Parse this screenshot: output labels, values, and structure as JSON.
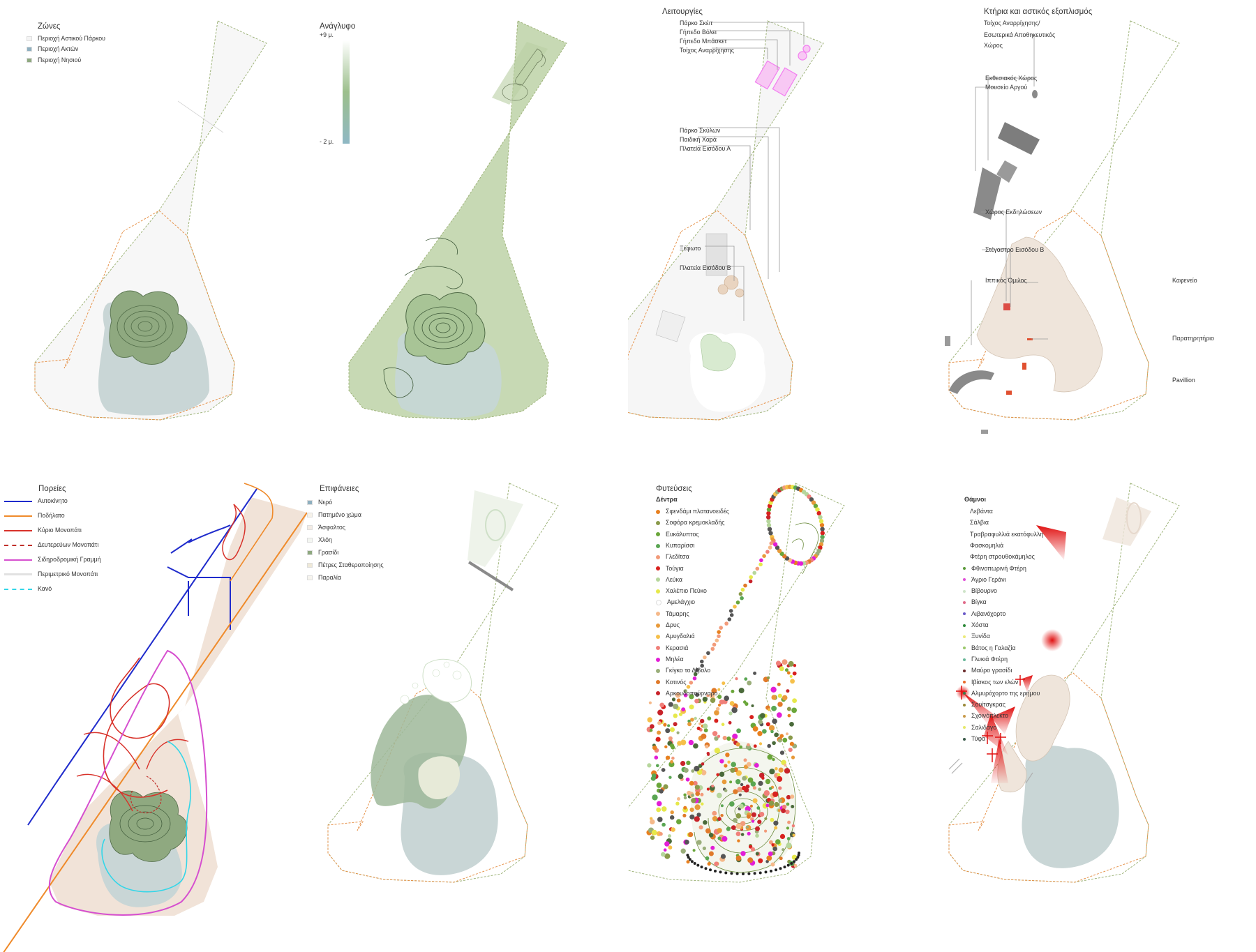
{
  "colors": {
    "orange_boundary": "#e6924a",
    "green_dash": "#9fb47a",
    "island": "#8fa980",
    "water": "#c9d6d6",
    "sand": "#efe5db",
    "pink": "#f27ef0",
    "grey": "#8a8a8a",
    "red": "#d8322a",
    "blue": "#1f2bcc",
    "bike_orange": "#ef8a2a",
    "cyan": "#33d6e8",
    "magenta": "#d64fcf"
  },
  "zones": {
    "title": "Ζώνες",
    "items": [
      {
        "label": "Περιοχή Αστικού Πάρκου",
        "color": "#f4f4f4"
      },
      {
        "label": "Περιοχή Ακτών",
        "color": "#8fb0c0"
      },
      {
        "label": "Περιοχή Νησιού",
        "color": "#8fa980"
      }
    ]
  },
  "relief": {
    "title": "Ανάγλυφο",
    "top": "+9 μ.",
    "bottom": "- 2 μ."
  },
  "functions": {
    "title": "Λειτουργίες",
    "items": [
      "Πάρκο Σκέιτ",
      "Γήπεδο Βόλει",
      "Γήπεδο Μπάσκετ",
      "Τοίχος Αναρρίχησης"
    ],
    "items2": [
      "Πάρκο Σκύλων",
      "Παιδική Χαρά",
      "Πλατεία Εισόδου Α"
    ],
    "item_xefoto": "Ξέφωτο",
    "item_plateia_b": "Πλατεία Εισόδου Β"
  },
  "buildings": {
    "title": "Κτήρια και αστικός εξοπλισμός",
    "line1": "Τοίχος Αναρρίχησης/",
    "line2": "Εσωτερικά Αποθηκευτικός",
    "line3": "Χώρος",
    "exhibit": "Εκθεσιακός Χώρος",
    "museum": "Μουσείο Αργού",
    "events": "Χώρος Εκδηλώσεων",
    "shelter": "Στέγαστρο Εισόδου Β",
    "equestrian": "Ιππικός Όμιλος",
    "cafe": "Καφενείο",
    "observatory": "Παρατηρητήριο",
    "pavilion": "Pavillion"
  },
  "paths": {
    "title": "Πορείες",
    "items": [
      {
        "label": "Αυτοκίνητο",
        "color": "#1f2bcc",
        "style": "solid"
      },
      {
        "label": "Ποδήλατο",
        "color": "#ef8a2a",
        "style": "solid"
      },
      {
        "label": "Κύριο Μονοπάτι",
        "color": "#d8322a",
        "style": "solid"
      },
      {
        "label": "Δευτερεύων Μονοπάτι",
        "color": "#c0302a",
        "style": "dashed"
      },
      {
        "label": "Σιδηροδρομική Γραμμή",
        "color": "#d64fcf",
        "style": "solid"
      },
      {
        "label": "Περιμετρικό Μονοπάτι",
        "color": "#e2e2e2",
        "style": "solid"
      },
      {
        "label": "Κανό",
        "color": "#33d6e8",
        "style": "dashed"
      }
    ]
  },
  "surfaces": {
    "title": "Επιφάνειες",
    "items": [
      {
        "label": "Νερό",
        "color": "#8fb0c0"
      },
      {
        "label": "Πατημένο χώμα",
        "color": "#f6f2ea"
      },
      {
        "label": "Άσφαλτος",
        "color": "#f2ebe4"
      },
      {
        "label": "Χλόη",
        "color": "#f3f6f1"
      },
      {
        "label": "Γρασίδι",
        "color": "#8fa980"
      },
      {
        "label": "Πέτρες Σταθεροποίησης",
        "color": "#efe9d8"
      },
      {
        "label": "Παραλία",
        "color": "#f6f4ee"
      }
    ]
  },
  "plantings": {
    "title": "Φυτεύσεις",
    "trees_title": "Δέντρα",
    "trees": [
      {
        "label": "Σφενδάμι πλατανοειδές",
        "color": "#e8801f"
      },
      {
        "label": "Σοφόρα κρεμοκλαδής",
        "color": "#8a9a4a"
      },
      {
        "label": "Ευκάλυπτος",
        "color": "#6aa63a"
      },
      {
        "label": "Κυπαρίσσι",
        "color": "#5aa653"
      },
      {
        "label": "Γλεδίτσα",
        "color": "#f29b7a"
      },
      {
        "label": "Τούγια",
        "color": "#d8211e"
      },
      {
        "label": "Λεύκα",
        "color": "#b6d69c"
      },
      {
        "label": "Χαλέπιο Πεύκο",
        "color": "#e6e84a"
      },
      {
        "label": "Αμελάγχιο",
        "color": "#ffffff"
      },
      {
        "label": "Τάμαρης",
        "color": "#f5b98a"
      },
      {
        "label": "Δρυς",
        "color": "#e89a3a"
      },
      {
        "label": "Αμυγδαλιά",
        "color": "#f6c04a"
      },
      {
        "label": "Κερασιά",
        "color": "#f0807a"
      },
      {
        "label": "Μηλέα",
        "color": "#e21ed6"
      },
      {
        "label": "Γκίγκο το Δίβολο",
        "color": "#9aae7a"
      },
      {
        "label": "Κοτινός",
        "color": "#e07a2a"
      },
      {
        "label": "Αρκουδοπούρναρο",
        "color": "#c8232a"
      }
    ]
  },
  "shrubs": {
    "title": "Θάμνοι",
    "plain": [
      "Λεβάντα",
      "Σάλβια",
      "Τραβραφυλλιά εκατόφυλλη",
      "Φασκομηλιά",
      "Φτέρη στρουθοκάμηλος"
    ],
    "items": [
      {
        "label": "Φθινοπωρινή Φτέρη",
        "color": "#5a9a3a"
      },
      {
        "label": "Άγριο Γεράνι",
        "color": "#e050d8"
      },
      {
        "label": "Βίβουρνο",
        "color": "#cfe4c9"
      },
      {
        "label": "Βίγκα",
        "color": "#e06a8a"
      },
      {
        "label": "Λιβανόχορτο",
        "color": "#6a5ac8"
      },
      {
        "label": "Χόστα",
        "color": "#2e8a3a"
      },
      {
        "label": "Ξυνίδα",
        "color": "#ecea7a"
      },
      {
        "label": "Βάτος η Γαλαζία",
        "color": "#9ac86a"
      },
      {
        "label": "Γλυκιά Φτέρη",
        "color": "#6ab89a"
      },
      {
        "label": "Μαύρο γρασίδι",
        "color": "#6a2a2a"
      },
      {
        "label": "Ιβίσκος των ελών",
        "color": "#e86a2a"
      },
      {
        "label": "Αλμυρόχορτο της ερήμου",
        "color": "#3a7a4a"
      },
      {
        "label": "Σουίτσγκρας",
        "color": "#9a8a3a"
      },
      {
        "label": "Σχοινόπλεκτο",
        "color": "#c89a4a"
      },
      {
        "label": "Σαλιδάγο",
        "color": "#e6e86a"
      },
      {
        "label": "Τύφα",
        "color": "#3a5a4a"
      }
    ]
  }
}
